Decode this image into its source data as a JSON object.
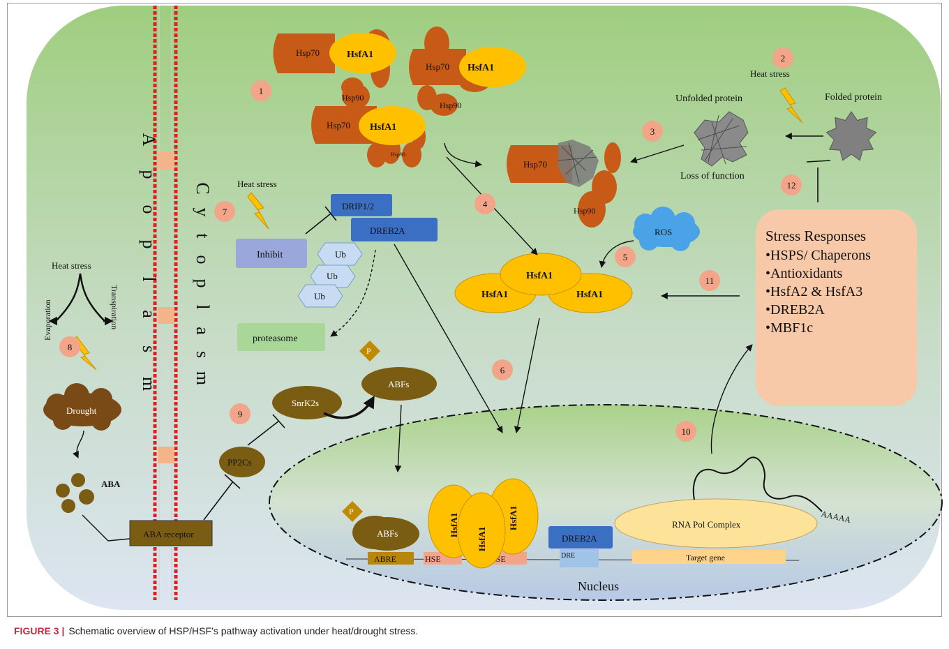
{
  "labels": {
    "hsp70": "Hsp70",
    "hsfa1": "HsfA1",
    "hsp90": "Hsp90",
    "heat_stress": "Heat stress",
    "unfolded_protein": "Unfolded protein",
    "folded_protein": "Folded protein",
    "loss_of_function": "Loss of function",
    "drip": "DRIP1/2",
    "dreb2a": "DREB2A",
    "inhibit": "Inhibit",
    "ub": "Ub",
    "proteasome": "proteasome",
    "ros": "ROS",
    "snrk2s": "SnrK2s",
    "abfs": "ABFs",
    "p": "P",
    "pp2cs": "PP2Cs",
    "aba": "ABA",
    "aba_receptor": "ABA receptor",
    "drought": "Drought",
    "evaporation": "Evaporation",
    "transpiration": "Transpiration",
    "apoplasm": "Apoplasm",
    "cytoplasm": "Cytoplasm",
    "nucleus": "Nucleus",
    "abre": "ABRE",
    "hse": "HSE",
    "dre": "DRE",
    "target_gene": "Target gene",
    "rna_pol": "RNA Pol Complex",
    "polya": "AAAAA"
  },
  "stress_responses": {
    "title": "Stress Responses",
    "items": [
      "•HSPS/ Chaperons",
      "•Antioxidants",
      "•HsfA2 & HsfA3",
      "•DREB2A",
      "•MBF1c"
    ]
  },
  "steps": [
    "1",
    "2",
    "3",
    "4",
    "5",
    "6",
    "7",
    "8",
    "9",
    "10",
    "11",
    "12"
  ],
  "caption": {
    "label": "FIGURE 3 |",
    "text": "Schematic overview of HSP/HSF’s pathway activation under heat/drought stress."
  },
  "colors": {
    "cell_top": "#9ccc7e",
    "cell_bottom": "#dde6f0",
    "hsp_orange": "#c85a18",
    "hsfa1_yellow": "#ffc000",
    "aba_brown": "#7a5c12",
    "blue_box": "#3a6fc4",
    "stress_panel": "#f8c9a8",
    "step_badge": "#f3a58a"
  }
}
